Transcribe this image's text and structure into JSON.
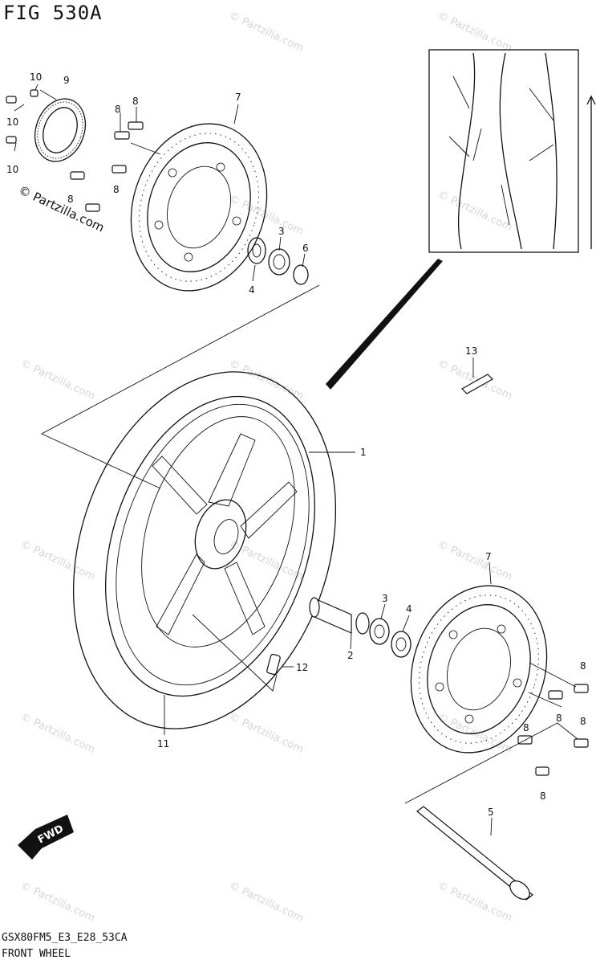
{
  "figure": {
    "title": "FIG 530A",
    "footer_code": "GSX80FM5_E3_E28_53CA",
    "footer_name": "FRONT WHEEL"
  },
  "watermark": {
    "text": "© Partzilla.com"
  },
  "fwd_label": "FWD",
  "callouts": [
    {
      "id": "c-10a",
      "text": "10"
    },
    {
      "id": "c-9",
      "text": "9"
    },
    {
      "id": "c-10b",
      "text": "10"
    },
    {
      "id": "c-10c",
      "text": "10"
    },
    {
      "id": "c-8a",
      "text": "8"
    },
    {
      "id": "c-8b",
      "text": "8"
    },
    {
      "id": "c-7a",
      "text": "7"
    },
    {
      "id": "c-8c",
      "text": "8"
    },
    {
      "id": "c-8d",
      "text": "8"
    },
    {
      "id": "c-3a",
      "text": "3"
    },
    {
      "id": "c-6",
      "text": "6"
    },
    {
      "id": "c-4a",
      "text": "4"
    },
    {
      "id": "c-13",
      "text": "13"
    },
    {
      "id": "c-1",
      "text": "1"
    },
    {
      "id": "c-7b",
      "text": "7"
    },
    {
      "id": "c-3b",
      "text": "3"
    },
    {
      "id": "c-4b",
      "text": "4"
    },
    {
      "id": "c-2",
      "text": "2"
    },
    {
      "id": "c-12",
      "text": "12"
    },
    {
      "id": "c-8e",
      "text": "8"
    },
    {
      "id": "c-8f",
      "text": "8"
    },
    {
      "id": "c-8g",
      "text": "8"
    },
    {
      "id": "c-8h",
      "text": "8"
    },
    {
      "id": "c-8i",
      "text": "8"
    },
    {
      "id": "c-11",
      "text": "11"
    },
    {
      "id": "c-5",
      "text": "5"
    }
  ]
}
